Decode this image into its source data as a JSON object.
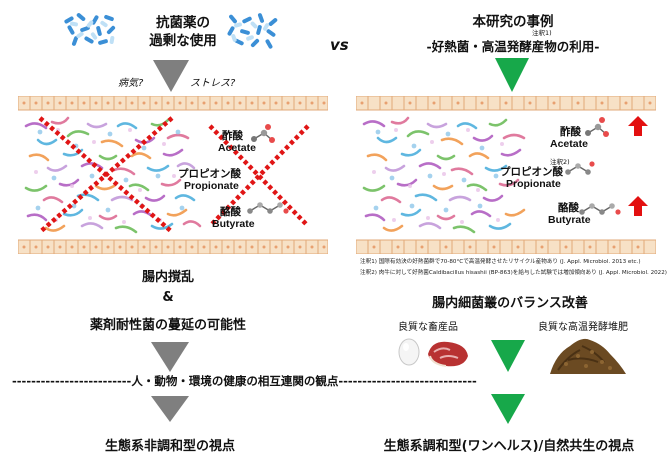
{
  "left": {
    "title_line1": "抗菌薬の",
    "title_line2": "過剰な使用",
    "factor_disease": "病気?",
    "factor_stress": "ストレス?",
    "acid_acetate_jp": "酢酸",
    "acid_acetate_en": "Acetate",
    "acid_propionate_jp": "プロピオン酸",
    "acid_propionate_en": "Propionate",
    "acid_butyrate_jp": "酪酸",
    "acid_butyrate_en": "Butyrate",
    "result_line1": "腸内撹乱",
    "result_amp": "&",
    "result_line2": "薬剤耐性菌の蔓延の可能性",
    "conclusion": "生態系非調和型の視点"
  },
  "vs_label": "vs",
  "right": {
    "title_line1": "本研究の事例",
    "title_line2": "-好熱菌・高温発酵産物の利用-",
    "note_mark1": "注釈1)",
    "acid_acetate_jp": "酢酸",
    "acid_acetate_en": "Acetate",
    "note_mark2": "注釈2)",
    "acid_propionate_jp": "プロピオン酸",
    "acid_propionate_en": "Propionate",
    "acid_butyrate_jp": "酪酸",
    "acid_butyrate_en": "Butyrate",
    "note1": "注釈1) 国際有効決の好熱菌群で70-80°Cで高温発酵させたリサイクル産物あり (J. Appl. Microbiol. 2013 etc.)",
    "note2": "注釈2) 肉牛に対して好熱菌Caldibacillus hisashii (BP-863)を給与した試験では増加傾向あり (J. Appl. Microbiol. 2022)",
    "result": "腸内細菌叢のバランス改善",
    "product_label": "良質な畜産品",
    "compost_label": "良質な高温発酵堆肥",
    "conclusion": "生態系調和型(ワンヘルス)/自然共生の視点"
  },
  "divider_text": "-------------------------人・動物・環境の健康の相互連関の観点-----------------------------",
  "colors": {
    "gray_arrow": "#7f7f7f",
    "green_arrow": "#17a84a",
    "red_x": "#e01515",
    "red_up_arrow": "#e31010",
    "cell_fill": "#f7e1c6",
    "cell_border": "#e2a978",
    "pill_blue": "#3b8fd6"
  },
  "icons": [
    "pills-icon",
    "intestine-icon",
    "molecule-icon",
    "egg-icon",
    "meat-icon",
    "compost-icon",
    "red-up-arrow-icon"
  ]
}
